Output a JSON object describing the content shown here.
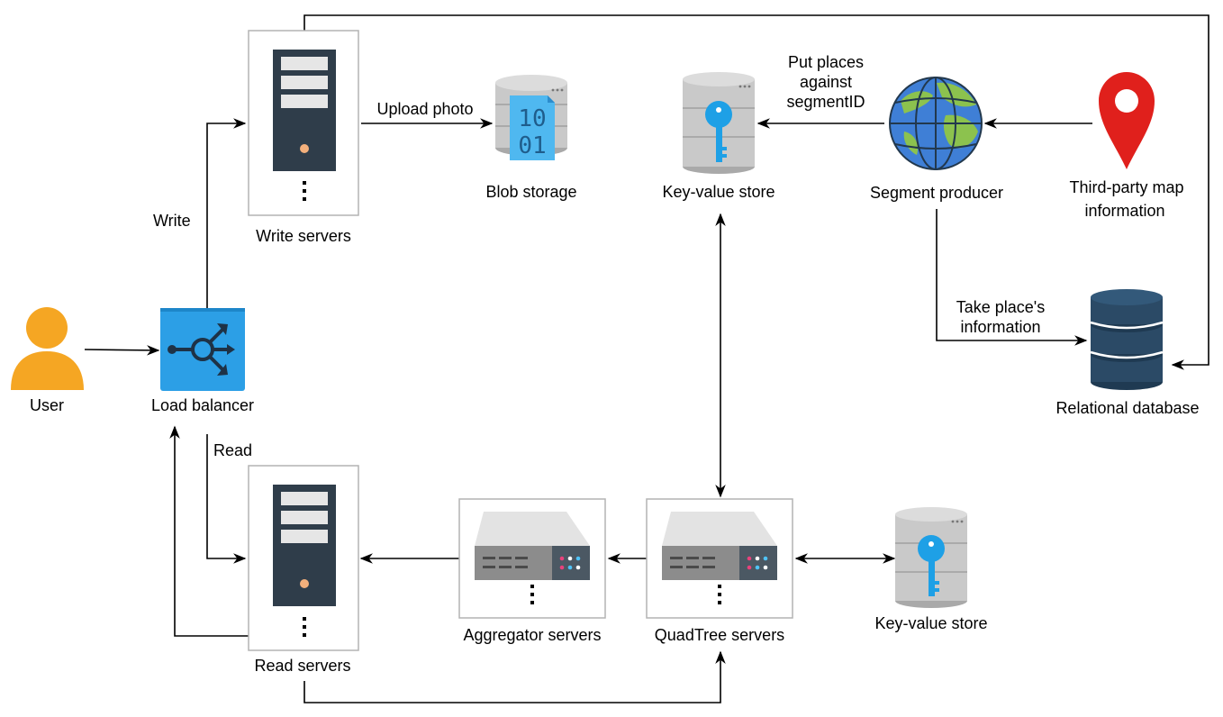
{
  "colors": {
    "line": "#000000",
    "box_border": "#b3b3b3",
    "server_dark": "#2f3d4a",
    "slot_light": "#e6e6e6",
    "orange_dot": "#f3b07c",
    "db_gray": "#c9c9c9",
    "db_gray_dark": "#a9a9a9",
    "key_blue": "#1ea0e6",
    "blob_blue": "#4fb8f0",
    "lb_blue": "#2c9fe6",
    "user_orange": "#f5a623",
    "pin_red": "#e0201c",
    "globe_blue": "#3f7fd6",
    "globe_green": "#8cc24e",
    "relational_db": "#2b4a66"
  },
  "nodes": {
    "user": "User",
    "load_balancer": "Load balancer",
    "write_servers": "Write servers",
    "read_servers": "Read servers",
    "blob_storage": "Blob storage",
    "kv_store_top": "Key-value store",
    "segment_producer": "Segment producer",
    "third_party_line1": "Third-party map",
    "third_party_line2": "information",
    "relational_db": "Relational database",
    "aggregator_servers": "Aggregator servers",
    "quadtree_servers": "QuadTree servers",
    "kv_store_bottom": "Key-value store"
  },
  "edges": {
    "write": "Write",
    "read": "Read",
    "upload_photo": "Upload photo",
    "put_places_line1": "Put places",
    "put_places_line2": "against",
    "put_places_line3": "segmentID",
    "take_place_line1": "Take place's",
    "take_place_line2": "information"
  },
  "blob_bits": {
    "row1": "10",
    "row2": "01"
  }
}
